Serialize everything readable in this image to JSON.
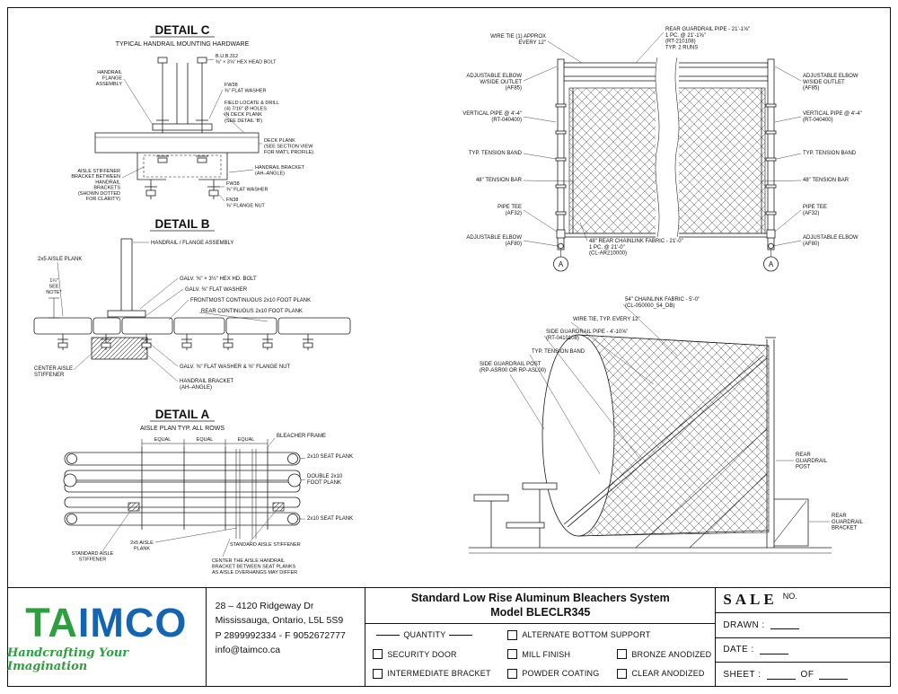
{
  "sheet": {
    "title_line1": "Standard Low Rise Aluminum Bleachers System",
    "title_line2": "Model BLECLR345"
  },
  "logo": {
    "part1": "TA",
    "part2": "IMCO",
    "tagline": "Handcrafting Your Imagination",
    "green": "#2f9e3f",
    "blue": "#1464b4"
  },
  "address": {
    "line1": "28 – 4120 Ridgeway Dr",
    "line2": "Mississauga, Ontario, L5L 5S9",
    "line3": "P 2899992334 - F 9052672777",
    "line4": "info@taimco.ca"
  },
  "options": {
    "quantity_header": "QUANTITY",
    "security_door": "SECURITY DOOR",
    "intermediate_bracket": "INTERMEDIATE BRACKET",
    "alternate_bottom": "ALTERNATE BOTTOM SUPPORT",
    "mill_finish": "MILL FINISH",
    "powder_coating": "POWDER COATING",
    "bronze_anodized": "BRONZE ANODIZED",
    "clear_anodized": "CLEAR ANODIZED"
  },
  "salebox": {
    "sale": "SALE",
    "no": "NO.",
    "drawn": "DRAWN :",
    "date": "DATE :",
    "sheet": "SHEET :",
    "of": "OF"
  },
  "detail_c": {
    "title": "DETAIL C",
    "subtitle": "TYPICAL HANDRAIL MOUNTING HARDWARE",
    "labels": {
      "flange_assembly": "HANDRAIL\nFLANGE\nASSEMBLY",
      "hex_bolt": "B.U.B.312\n⅜\" × 3⅝\" HEX HEAD BOLT",
      "flat_washer_top": "FW38\n⅜\" FLAT WASHER",
      "field_locate": "FIELD LOCATE & DRILL\n(4) 7/16\" Ø HOLES\nIN DECK PLANK\n(SEE DETAIL 'B')",
      "deck_plank": "DECK PLANK\n(SEE SECTION VIEW\nFOR MAT'L PROFILE)",
      "handrail_bracket": "HANDRAIL BRACKET\n(AH–ANGLE)",
      "aisle_stiffener": "AISLE STIFFENER\nBRACKET BETWEEN\nHANDRAIL\nBRACKETS\n(SHOWN DOTTED\nFOR CLARITY)",
      "flat_washer_bottom": "FW38\n⅜\" FLAT WASHER",
      "flange_nut": "FN38\n⅜\" FLANGE NUT"
    }
  },
  "detail_b": {
    "title": "DETAIL B",
    "labels": {
      "handrail_flange": "HANDRAIL / FLANGE ASSEMBLY",
      "aisle_plank": "2x5 AISLE PLANK",
      "hex_bolt": "GALV. ⅜\" × 3½\" HEX HD. BOLT",
      "flat_washer": "GALV. ⅜\" FLAT WASHER",
      "front_plank": "FRONTMOST CONTINUOUS 2x10 FOOT PLANK",
      "rear_plank": "REAR CONTINUOUS 2x10 FOOT PLANK",
      "dim_note": "1¼\"\nSEE\nNOTE*",
      "center_stiffener": "CENTER AISLE\nSTIFFENER",
      "washer_nut": "GALV. ⅜\" FLAT WASHER & ⅜\" FLANGE NUT",
      "bracket": "HANDRAIL BRACKET\n(AH–ANGLE)"
    }
  },
  "detail_a": {
    "title": "DETAIL A",
    "subtitle": "AISLE PLAN TYP. ALL ROWS",
    "labels": {
      "bleacher_frame": "BLEACHER FRAME",
      "seat_plank": "2x10 SEAT PLANK",
      "equal": "EQUAL",
      "double_foot": "DOUBLE 2x10\nFOOT PLANK",
      "aisle_plank": "2x5 AISLE\nPLANK",
      "std_stiffener": "STANDARD AISLE\nSTIFFENER",
      "std_stiffener_inline": "STANDARD AISLE STIFFENER",
      "center_note": "CENTER THE AISLE HANDRAIL\nBRACKET BETWEEN SEAT PLANKS\nAS AISLE OVERHANGS MAY DIFFER"
    }
  },
  "fence": {
    "labels": {
      "wire_tie": "WIRE TIE (1) APPROX\nEVERY 12\"",
      "rear_pipe": "REAR GUARDRAIL PIPE - 21'-1⅝\"\n1 PC. @ 21'-1⅝\"\n(RT-210108)\nTYP. 2 RUNS",
      "adj_elbow_outlet": "ADJUSTABLE ELBOW\nW/SIDE OUTLET\n(AF85)",
      "vertical_pipe": "VERTICAL PIPE @ 4'-4\"\n(RT-040400)",
      "tension_band": "TYP. TENSION BAND",
      "tension_bar": "48\" TENSION BAR",
      "pipe_tee": "PIPE TEE\n(AF32)",
      "adj_elbow": "ADJUSTABLE ELBOW\n(AF80)",
      "fabric": "48\" REAR CHAINLINK FABRIC - 21'-0\"\n1 PC. @ 21'-0\"\n(CL-AR210000)",
      "marker": "A"
    }
  },
  "side": {
    "labels": {
      "fabric": "54\" CHAINLINK FABRIC - 5'-0\"\n(CL-050000_54_DB)",
      "wire_tie": "WIRE TIE, TYP. EVERY 12\"",
      "side_pipe": "SIDE GUARDRAIL PIPE - 4'-10⅝\"\n(RT-0410108)",
      "tension_band": "TYP. TENSION BAND",
      "side_post": "SIDE GUARDRAIL POST\n(RP-ASR00 OR RP-ASL00)",
      "rear_post": "REAR\nGUARDRAIL\nPOST",
      "rear_bracket": "REAR\nGUARDRAIL\nBRACKET"
    }
  }
}
